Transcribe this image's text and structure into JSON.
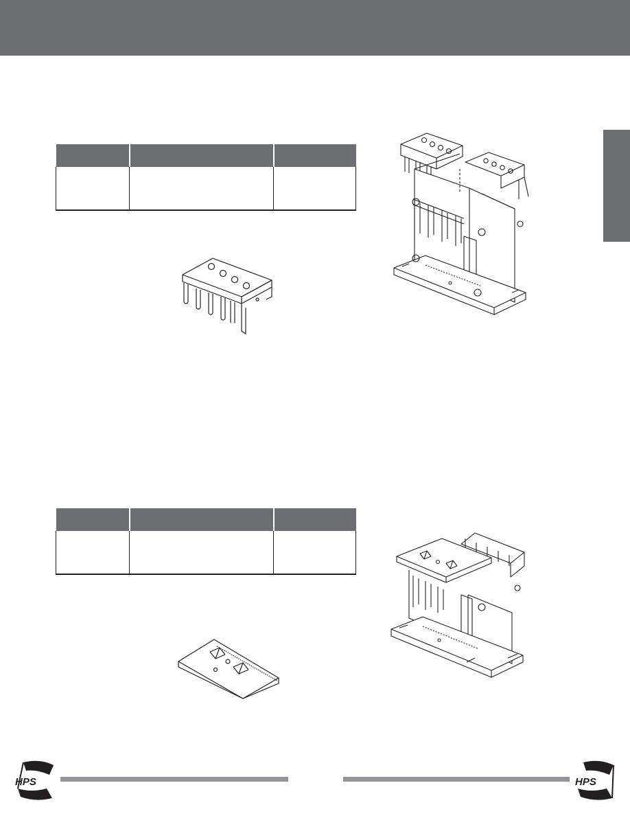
{
  "header": {
    "band_color": "#6d6e71"
  },
  "side_tab": {
    "color": "#6d6e71"
  },
  "tables": [
    {
      "headers": [
        "",
        "",
        ""
      ],
      "rows": [
        [
          "",
          "",
          ""
        ]
      ]
    },
    {
      "headers": [
        "",
        "",
        ""
      ],
      "rows": [
        [
          "",
          "",
          ""
        ]
      ]
    }
  ],
  "footer": {
    "logo_text": "HPS",
    "rule_color": "#939598"
  },
  "icons": {
    "cover": "terminal-cover-drawing",
    "transformer": "transformer-drawing",
    "plate": "terminal-plate-drawing"
  }
}
